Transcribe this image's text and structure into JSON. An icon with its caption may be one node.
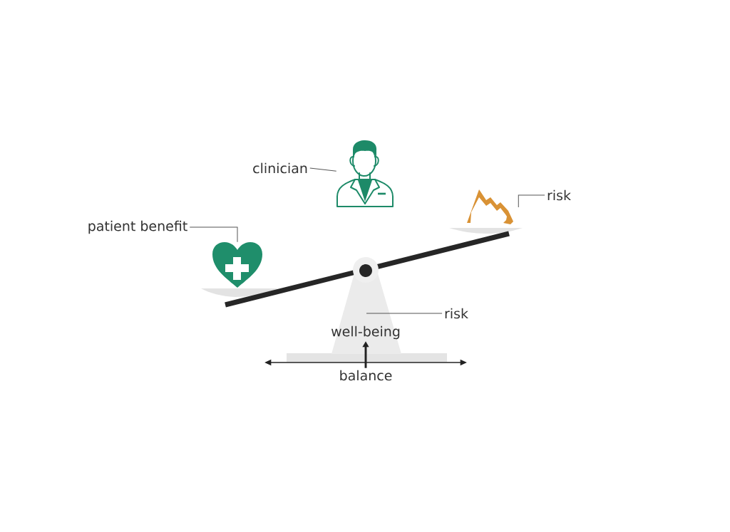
{
  "diagram": {
    "nodes": [
      {
        "text": [
          "clinician"
        ]
      },
      {
        "text": [],
        "shape": "person"
      },
      {
        "text": [
          "risk"
        ]
      },
      {
        "text": [],
        "shape": "picture"
      },
      {
        "text": [
          "patient benefit"
        ]
      },
      {
        "text": [],
        "shape": "picture"
      },
      {
        "text": [],
        "shape": "picture"
      },
      {
        "text": [
          "risk"
        ]
      },
      {
        "text": [
          "well-being"
        ],
        "in": 6
      },
      {
        "text": [
          "balance"
        ]
      }
    ],
    "edges": [
      {
        "from": 0,
        "to": 1,
        "arrow": "none"
      },
      {
        "from": 2,
        "to": 3,
        "arrow": "none"
      },
      {
        "from": 4,
        "to": 5,
        "arrow": "none"
      },
      {
        "from": 7,
        "to": 6,
        "arrow": "none"
      },
      {
        "from": 9,
        "to": 8,
        "arrow": "to",
        "style": "thick",
        "color": "#222222"
      }
    ]
  }
}
